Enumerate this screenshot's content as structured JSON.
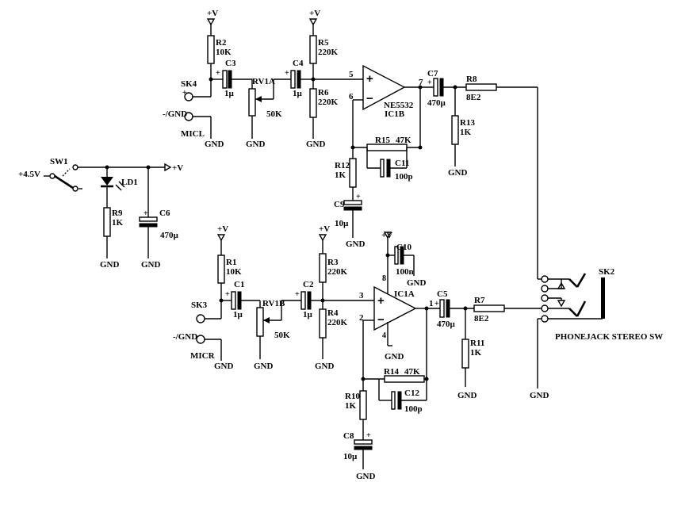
{
  "supply": {
    "vplus": "+V",
    "gnd": "GND",
    "battery": "+4.5V"
  },
  "labels": {
    "R2": "R2",
    "R2v": "10K",
    "C3": "C3",
    "C3v": "1µ",
    "SK4": "SK4",
    "GNDin": "-/GND",
    "MICL": "MICL",
    "RV1A": "RV1A",
    "RV1Av": "50K",
    "C4": "C4",
    "C4v": "1µ",
    "R5": "R5",
    "R5v": "220K",
    "R6": "R6",
    "R6v": "220K",
    "pin5": "5",
    "pin6": "6",
    "pin7": "7",
    "IC1B_part": "NE5532",
    "IC1B": "IC1B",
    "C7": "C7",
    "C7v": "470µ",
    "R8": "R8",
    "R8v": "8E2",
    "R13": "R13",
    "R13v": "1K",
    "R15": "R15",
    "R15v": "47K",
    "R12": "R12",
    "R12v": "1K",
    "C11": "C11",
    "C11v": "100p",
    "C9": "C9",
    "C9v": "10µ",
    "SW1": "SW1",
    "LD1": "LD1",
    "R9": "R9",
    "R9v": "1K",
    "C6": "C6",
    "C6v": "470µ",
    "R1": "R1",
    "R1v": "10K",
    "C1": "C1",
    "C1v": "1µ",
    "SK3": "SK3",
    "MICR": "MICR",
    "RV1B": "RV1B",
    "RV1Bv": "50K",
    "C2": "C2",
    "C2v": "1µ",
    "R3": "R3",
    "R3v": "220K",
    "R4": "R4",
    "R4v": "220K",
    "pin3": "3",
    "pin2": "2",
    "pin1": "1",
    "IC1A": "IC1A",
    "C10": "C10",
    "C10v": "100n",
    "C5": "C5",
    "C5v": "470µ",
    "R7": "R7",
    "R7v": "8E2",
    "R11": "R11",
    "R11v": "1K",
    "R14": "R14",
    "R14v": "47K",
    "R10": "R10",
    "R10v": "1K",
    "C12": "C12",
    "C12v": "100p",
    "C8": "C8",
    "C8v": "10µ",
    "SK2": "SK2",
    "jack": "PHONEJACK STEREO SW",
    "plus": "+",
    "minus": "−",
    "pin8": "8",
    "pin4": "4"
  }
}
